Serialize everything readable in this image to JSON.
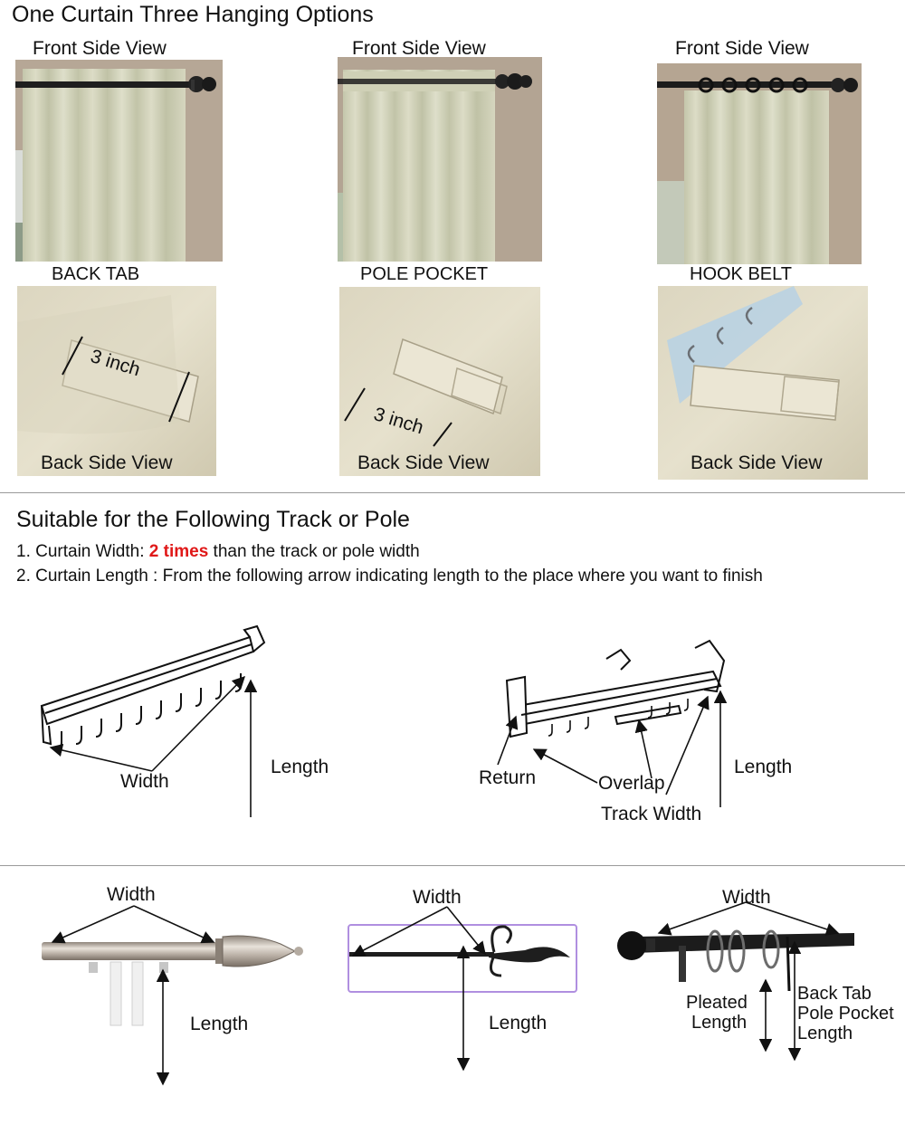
{
  "header": {
    "title": "One Curtain Three Hanging Options"
  },
  "options": [
    {
      "front_label": "Front Side View",
      "name": "BACK TAB",
      "back_label": "Back Side View",
      "measure": "3 inch"
    },
    {
      "front_label": "Front Side View",
      "name": "POLE POCKET",
      "back_label": "Back Side View",
      "measure": "3 inch"
    },
    {
      "front_label": "Front Side View",
      "name": "HOOK BELT",
      "back_label": "Back Side View"
    }
  ],
  "suitability": {
    "title": "Suitable for the Following Track or Pole",
    "rule1_prefix": "1. Curtain Width: ",
    "rule1_highlight": "2 times",
    "rule1_suffix": " than the track or pole width",
    "rule2": "2. Curtain Length : From the following arrow indicating length to the place where you want to finish"
  },
  "tracks": {
    "track1": {
      "width": "Width",
      "length": "Length"
    },
    "track2": {
      "return": "Return",
      "overlap": "Overlap",
      "track_width": "Track Width",
      "length": "Length"
    }
  },
  "poles": {
    "pole1": {
      "width": "Width",
      "length": "Length"
    },
    "pole2": {
      "width": "Width",
      "length": "Length"
    },
    "pole3": {
      "width": "Width",
      "pleated_1": "Pleated",
      "pleated_2": "Length",
      "tab_1": "Back Tab",
      "tab_2": "Pole Pocket",
      "tab_3": "Length"
    }
  },
  "colors": {
    "accent": "#e01818",
    "curtain": "#cfcfb6",
    "wall": "#b4a594",
    "rod": "#1c1c1c"
  }
}
